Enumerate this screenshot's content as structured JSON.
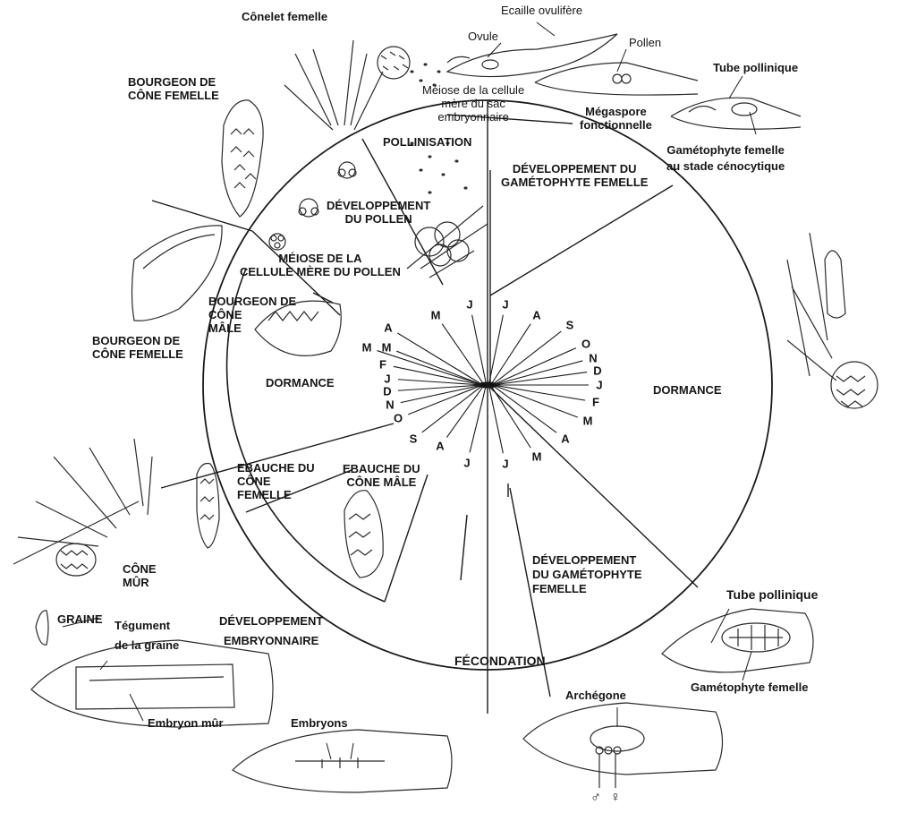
{
  "diagram": {
    "stage_labels": {
      "pollinisation": "POLLINISATION",
      "dev_gametophyte_top": "DÉVELOPPEMENT DU\nGAMÉTOPHYTE FEMELLE",
      "dev_pollen": "DÉVELOPPEMENT\nDU POLLEN",
      "meiose_pollen": "MÉIOSE DE LA\nCELLULE MÈRE DU POLLEN",
      "bourgeon_cone_male": "BOURGEON DE\nCÔNE\nMÂLE",
      "dormance_left": "DORMANCE",
      "dormance_right": "DORMANCE",
      "ebauche_femelle": "EBAUCHE DU\nCÔNE\nFEMELLE",
      "ebauche_male": "EBAUCHE DU\nCÔNE MÂLE",
      "dev_embryonnaire": "DÉVELOPPEMENT\nEMBRYONNAIRE",
      "fecondation": "FÉCONDATION",
      "dev_gametophyte_bottom": "DÉVELOPPEMENT\nDU GAMÉTOPHYTE\nFEMELLE"
    },
    "outer_labels": {
      "conelet_femelle": "Cônelet femelle",
      "ecaille": "Ecaille ovulifère",
      "ovule": "Ovule",
      "pollen": "Pollen",
      "meiose_sac": "Méiose de la cellule\nmère du sac\nembryonnaire",
      "megaspore": "Mégaspore\nfonctionnelle",
      "tube_pollinique_top": "Tube pollinique",
      "gametophyte_cenocytique": "Gamétophyte femelle\nau stade cénocytique",
      "bourgeon_femelle_top": "BOURGEON DE\nCÔNE FEMELLE",
      "bourgeon_femelle_left": "BOURGEON DE\nCÔNE FEMELLE",
      "cone_mur": "CÔNE\nMÛR",
      "graine": "GRAINE",
      "tegument": "Tégument\nde la graine",
      "embryon_mur": "Embryon mûr",
      "embryons": "Embryons",
      "archegone": "Archégone",
      "tube_pollinique_bottom": "Tube pollinique",
      "gametophyte_femelle": "Gamétophyte femelle",
      "male_symbol": "♂",
      "female_symbol": "♀"
    },
    "months": {
      "first_year": [
        "M",
        "A",
        "M",
        "J",
        "J",
        "A",
        "S",
        "O",
        "N",
        "D",
        "J",
        "F",
        "M",
        "A",
        "M",
        "J"
      ],
      "second_year": [
        "J",
        "A",
        "S",
        "O",
        "N",
        "D",
        "J",
        "F",
        "M"
      ]
    }
  }
}
